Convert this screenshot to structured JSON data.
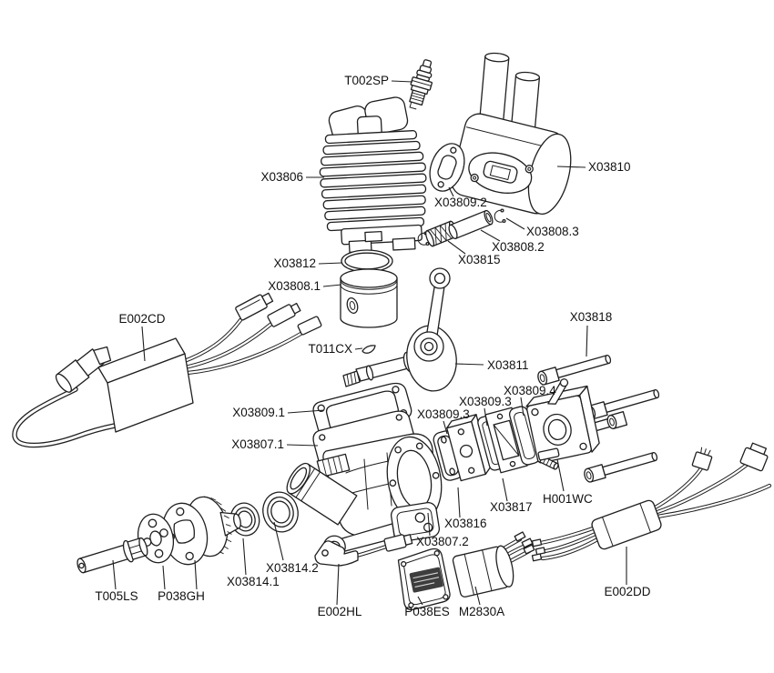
{
  "diagram": {
    "type": "exploded-parts-diagram",
    "colors": {
      "background": "#ffffff",
      "line": "#1f1f1f",
      "sticker": "#3d3d3d"
    },
    "labels": [
      {
        "id": "t002sp",
        "text": "T002SP"
      },
      {
        "id": "x03806",
        "text": "X03806"
      },
      {
        "id": "x03810",
        "text": "X03810"
      },
      {
        "id": "x03809_2",
        "text": "X03809.2"
      },
      {
        "id": "x03808_3",
        "text": "X03808.3"
      },
      {
        "id": "x03808_2",
        "text": "X03808.2"
      },
      {
        "id": "x03815",
        "text": "X03815"
      },
      {
        "id": "x03812",
        "text": "X03812"
      },
      {
        "id": "x03808_1",
        "text": "X03808.1"
      },
      {
        "id": "e002cd",
        "text": "E002CD"
      },
      {
        "id": "t011cx",
        "text": "T011CX"
      },
      {
        "id": "x03811",
        "text": "X03811"
      },
      {
        "id": "x03818",
        "text": "X03818"
      },
      {
        "id": "x03809_1",
        "text": "X03809.1"
      },
      {
        "id": "x03807_1",
        "text": "X03807.1"
      },
      {
        "id": "x03809_3a",
        "text": "X03809.3"
      },
      {
        "id": "x03809_3b",
        "text": "X03809.3"
      },
      {
        "id": "x03809_4",
        "text": "X03809.4"
      },
      {
        "id": "h001wc",
        "text": "H001WC"
      },
      {
        "id": "x03817",
        "text": "X03817"
      },
      {
        "id": "x03816",
        "text": "X03816"
      },
      {
        "id": "x03807_2",
        "text": "X03807.2"
      },
      {
        "id": "x03814_2",
        "text": "X03814.2"
      },
      {
        "id": "x03814_1",
        "text": "X03814.1"
      },
      {
        "id": "t005ls",
        "text": "T005LS"
      },
      {
        "id": "p038gh",
        "text": "P038GH"
      },
      {
        "id": "e002hl",
        "text": "E002HL"
      },
      {
        "id": "p038es",
        "text": "P038ES"
      },
      {
        "id": "m2830a",
        "text": "M2830A"
      },
      {
        "id": "e002dd",
        "text": "E002DD"
      }
    ]
  }
}
